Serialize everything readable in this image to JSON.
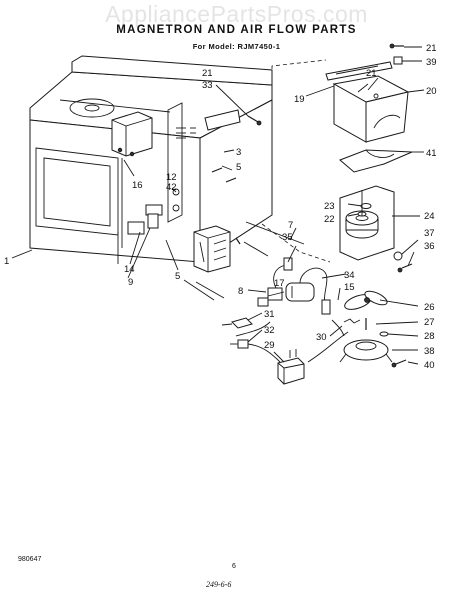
{
  "watermark": "AppliancePartsPros.com",
  "title": "MAGNETRON AND AIR FLOW PARTS",
  "subtitle": "For Model: RJM7450-1",
  "doc_number": "980647",
  "page_number": "6",
  "handwritten_note": "249-6-6",
  "callouts": [
    "21",
    "39",
    "19",
    "21",
    "20",
    "21",
    "33",
    "3",
    "5",
    "41",
    "16",
    "12",
    "42",
    "23",
    "22",
    "24",
    "7",
    "35",
    "37",
    "36",
    "14",
    "9",
    "5",
    "1",
    "8",
    "17",
    "34",
    "15",
    "26",
    "31",
    "32",
    "29",
    "30",
    "27",
    "28",
    "38",
    "40"
  ]
}
